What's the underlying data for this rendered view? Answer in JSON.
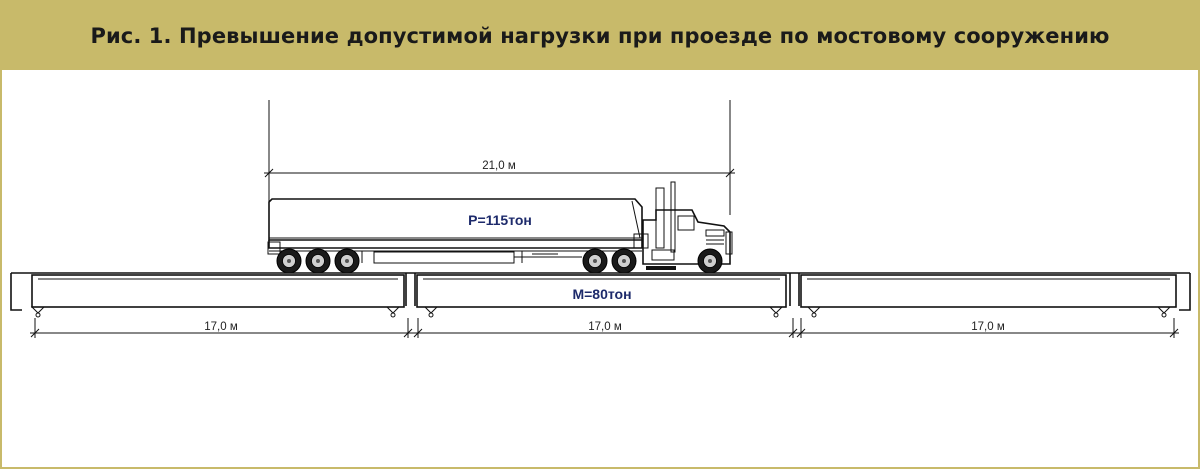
{
  "figure": {
    "title": "Рис. 1. Превышение допустимой нагрузки при проезде по мостовому сооружению",
    "accent_color": "#c8ba6a",
    "label_color": "#1d2a6b"
  },
  "truck": {
    "length_label": "21,0 м",
    "load_label": "P=115тон"
  },
  "bridge": {
    "moment_label": "M=80тон",
    "spans": [
      {
        "length_label": "17,0 м"
      },
      {
        "length_label": "17,0 м"
      },
      {
        "length_label": "17,0 м"
      }
    ]
  }
}
